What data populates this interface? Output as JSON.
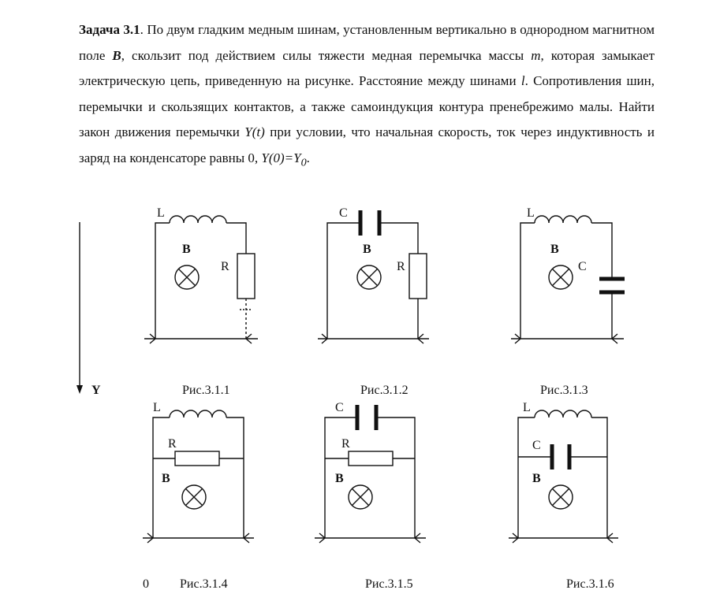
{
  "problem": {
    "title": "Задача  3.1",
    "p1": ". По двум гладким медным шинам, установленным вертикально в однородном магнитном поле ",
    "B": "B",
    "p2": ", скользит под действием силы тяжести медная перемычка массы ",
    "m": "m",
    "p3": ", которая замыкает электрическую цепь, приведенную на рисунке. Расстояние между шинами ",
    "l": "l",
    "p4": ". Сопротивления шин, перемычки и скользящих контактов, а также самоиндукция контура пренебрежимо малы. Найти закон движения перемычки ",
    "Yt": "Y(t)",
    "p5": " при условии, что начальная скорость, ток через индуктивность и заряд на конденсаторе равны 0, ",
    "Y0": "Y(0)=Y",
    "Y0sub": "0",
    "p6": "."
  },
  "axis": {
    "label": "Y"
  },
  "stray": {
    "zero": "0"
  },
  "labels": {
    "L": "L",
    "R": "R",
    "C": "C",
    "B": "B"
  },
  "figures": [
    {
      "caption": "Рис.3.1.1"
    },
    {
      "caption": "Рис.3.1.2"
    },
    {
      "caption": "Рис.3.1.3"
    },
    {
      "caption": "Рис.3.1.4"
    },
    {
      "caption": "Рис.3.1.5"
    },
    {
      "caption": "Рис.3.1.6"
    }
  ]
}
